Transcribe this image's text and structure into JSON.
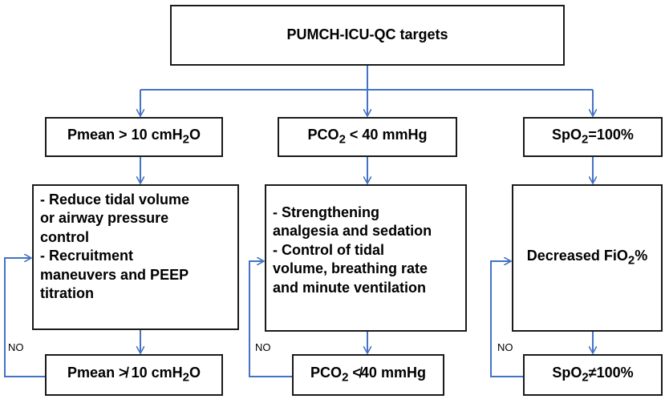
{
  "root": {
    "text": "PUMCH-ICU-QC targets"
  },
  "branches": [
    {
      "target": [
        "Pmean > 10 cmH",
        "2",
        "O"
      ],
      "actions": [
        "- Reduce tidal volume",
        "or airway pressure",
        "control",
        "- Recruitment",
        "maneuvers and PEEP",
        "titration"
      ],
      "result": [
        "Pmean ≯ 10 cmH",
        "2",
        "O"
      ],
      "loop_label": "NO"
    },
    {
      "target": [
        "PCO",
        "2",
        " < 40 mmHg"
      ],
      "actions": [
        "- Strengthening",
        "analgesia and sedation",
        "- Control of tidal",
        "volume, breathing rate",
        "and minute ventilation"
      ],
      "result": [
        "PCO",
        "2",
        " ≮40 mmHg"
      ],
      "loop_label": "NO"
    },
    {
      "target": [
        "SpO",
        "2",
        "=100%"
      ],
      "actions": [
        "Decreased FiO",
        "2",
        "%"
      ],
      "result": [
        "SpO",
        "2",
        "≠100%"
      ],
      "loop_label": "NO"
    }
  ],
  "colors": {
    "arrow": "#4472c4",
    "border": "#1a1a1a"
  }
}
